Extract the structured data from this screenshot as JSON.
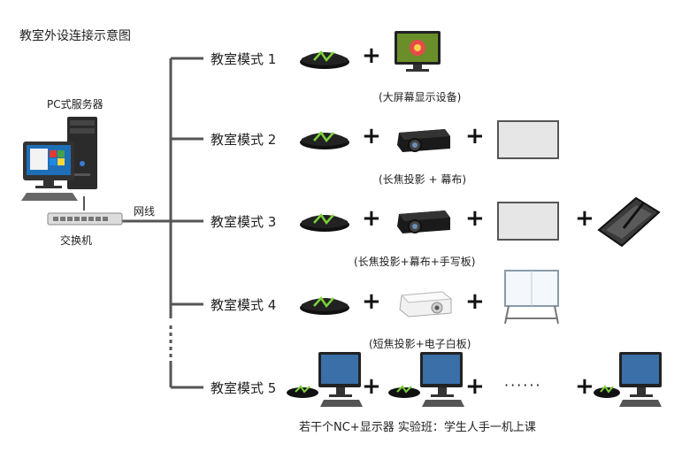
{
  "title": "教室外设连接示意图",
  "left": {
    "server_label": "PC式服务器",
    "switch_label": "交换机",
    "cable_label": "网线"
  },
  "modes": [
    {
      "label": "教室模式 1",
      "caption": "(大屏幕显示设备)",
      "devices": [
        "nc-box-icon",
        "lcd-tv-icon"
      ]
    },
    {
      "label": "教室模式 2",
      "caption": "(长焦投影 + 幕布)",
      "devices": [
        "nc-box-icon",
        "projector-icon",
        "screen-icon"
      ]
    },
    {
      "label": "教室模式 3",
      "caption": "(长焦投影+幕布+手写板)",
      "devices": [
        "nc-box-icon",
        "projector-icon",
        "screen-icon",
        "tablet-icon"
      ]
    },
    {
      "label": "教室模式 4",
      "caption": "(短焦投影+电子白板)",
      "devices": [
        "nc-box-icon",
        "short-throw-projector-icon",
        "whiteboard-icon"
      ]
    },
    {
      "label": "教室模式 5",
      "caption": "若干个NC+显示器 实验班：学生人手一机上课",
      "devices": [
        "nc-monitor-set-icon",
        "nc-monitor-set-icon",
        "nc-monitor-set-icon",
        "nc-monitor-set-icon"
      ]
    }
  ],
  "plus_symbol": "+",
  "ellipsis": "······",
  "colors": {
    "wire": "#555555",
    "nc_green": "#7bd23a",
    "screen_blue": "#1e6fb8"
  }
}
